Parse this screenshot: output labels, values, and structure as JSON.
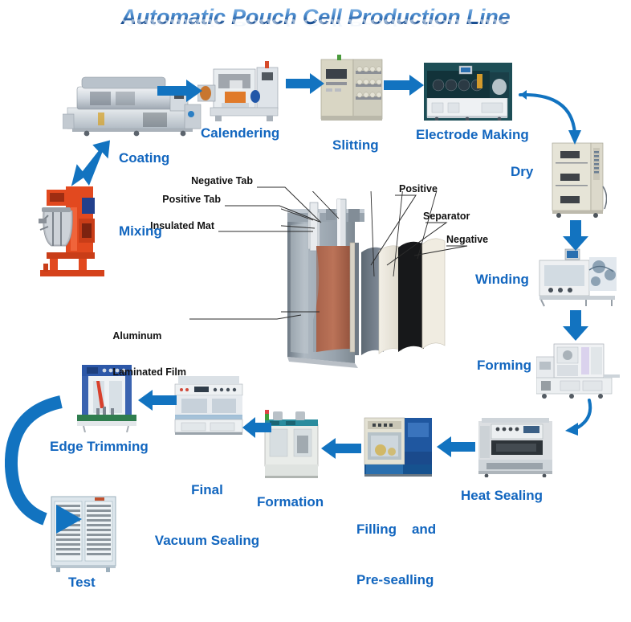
{
  "title": "Automatic Pouch Cell Production Line",
  "colors": {
    "arrow_blue": "#1273C0",
    "label_blue": "#1266bf",
    "title_light": "#9fc6ec",
    "title_dark": "#12356b",
    "callout_text": "#111111",
    "mixer_orange": "#e2491f",
    "background": "#ffffff"
  },
  "process_steps": [
    {
      "id": "mixing",
      "label": "Mixing"
    },
    {
      "id": "coating",
      "label": "Coating"
    },
    {
      "id": "calendering",
      "label": "Calendering"
    },
    {
      "id": "slitting",
      "label": "Slitting"
    },
    {
      "id": "electrode-making",
      "label": "Electrode Making"
    },
    {
      "id": "dry",
      "label": "Dry"
    },
    {
      "id": "winding",
      "label": "Winding"
    },
    {
      "id": "forming",
      "label": "Forming"
    },
    {
      "id": "heat-sealing",
      "label": "Heat Sealing"
    },
    {
      "id": "filling-presealling",
      "label_line1": "Filling    and",
      "label_line2": "Pre-sealling"
    },
    {
      "id": "formation",
      "label": "Formation"
    },
    {
      "id": "final-vacuum-sealing",
      "label_line1": "Final",
      "label_line2": "Vacuum Sealing"
    },
    {
      "id": "edge-trimming",
      "label": "Edge Trimming"
    },
    {
      "id": "test",
      "label": "Test"
    }
  ],
  "cell_diagram": {
    "callouts": [
      {
        "id": "negative-tab",
        "label": "Negative Tab"
      },
      {
        "id": "positive-tab",
        "label": "Positive Tab"
      },
      {
        "id": "insulated-mat",
        "label": "Insulated Mat"
      },
      {
        "id": "positive",
        "label": "Positive"
      },
      {
        "id": "separator",
        "label": "Separator"
      },
      {
        "id": "negative",
        "label": "Negative"
      },
      {
        "id": "aluminum-laminated-film",
        "label_line1": "Aluminum",
        "label_line2": "Laminated Film"
      }
    ]
  },
  "arrows": [
    {
      "id": "mixing-to-coating",
      "direction": "up-right"
    },
    {
      "id": "coating-to-calendering",
      "direction": "right"
    },
    {
      "id": "calendering-to-slitting",
      "direction": "right"
    },
    {
      "id": "slitting-to-electrode",
      "direction": "right"
    },
    {
      "id": "electrode-to-dry",
      "direction": "curve-down"
    },
    {
      "id": "dry-to-winding",
      "direction": "down"
    },
    {
      "id": "winding-to-forming",
      "direction": "down"
    },
    {
      "id": "forming-to-heatsealing",
      "direction": "curve-down-left"
    },
    {
      "id": "heatsealing-to-filling",
      "direction": "left"
    },
    {
      "id": "filling-to-formation",
      "direction": "left"
    },
    {
      "id": "formation-to-finalvacuum",
      "direction": "left"
    },
    {
      "id": "finalvacuum-to-edgetrim",
      "direction": "left"
    },
    {
      "id": "edgetrim-to-test",
      "direction": "curve-left-down"
    }
  ]
}
